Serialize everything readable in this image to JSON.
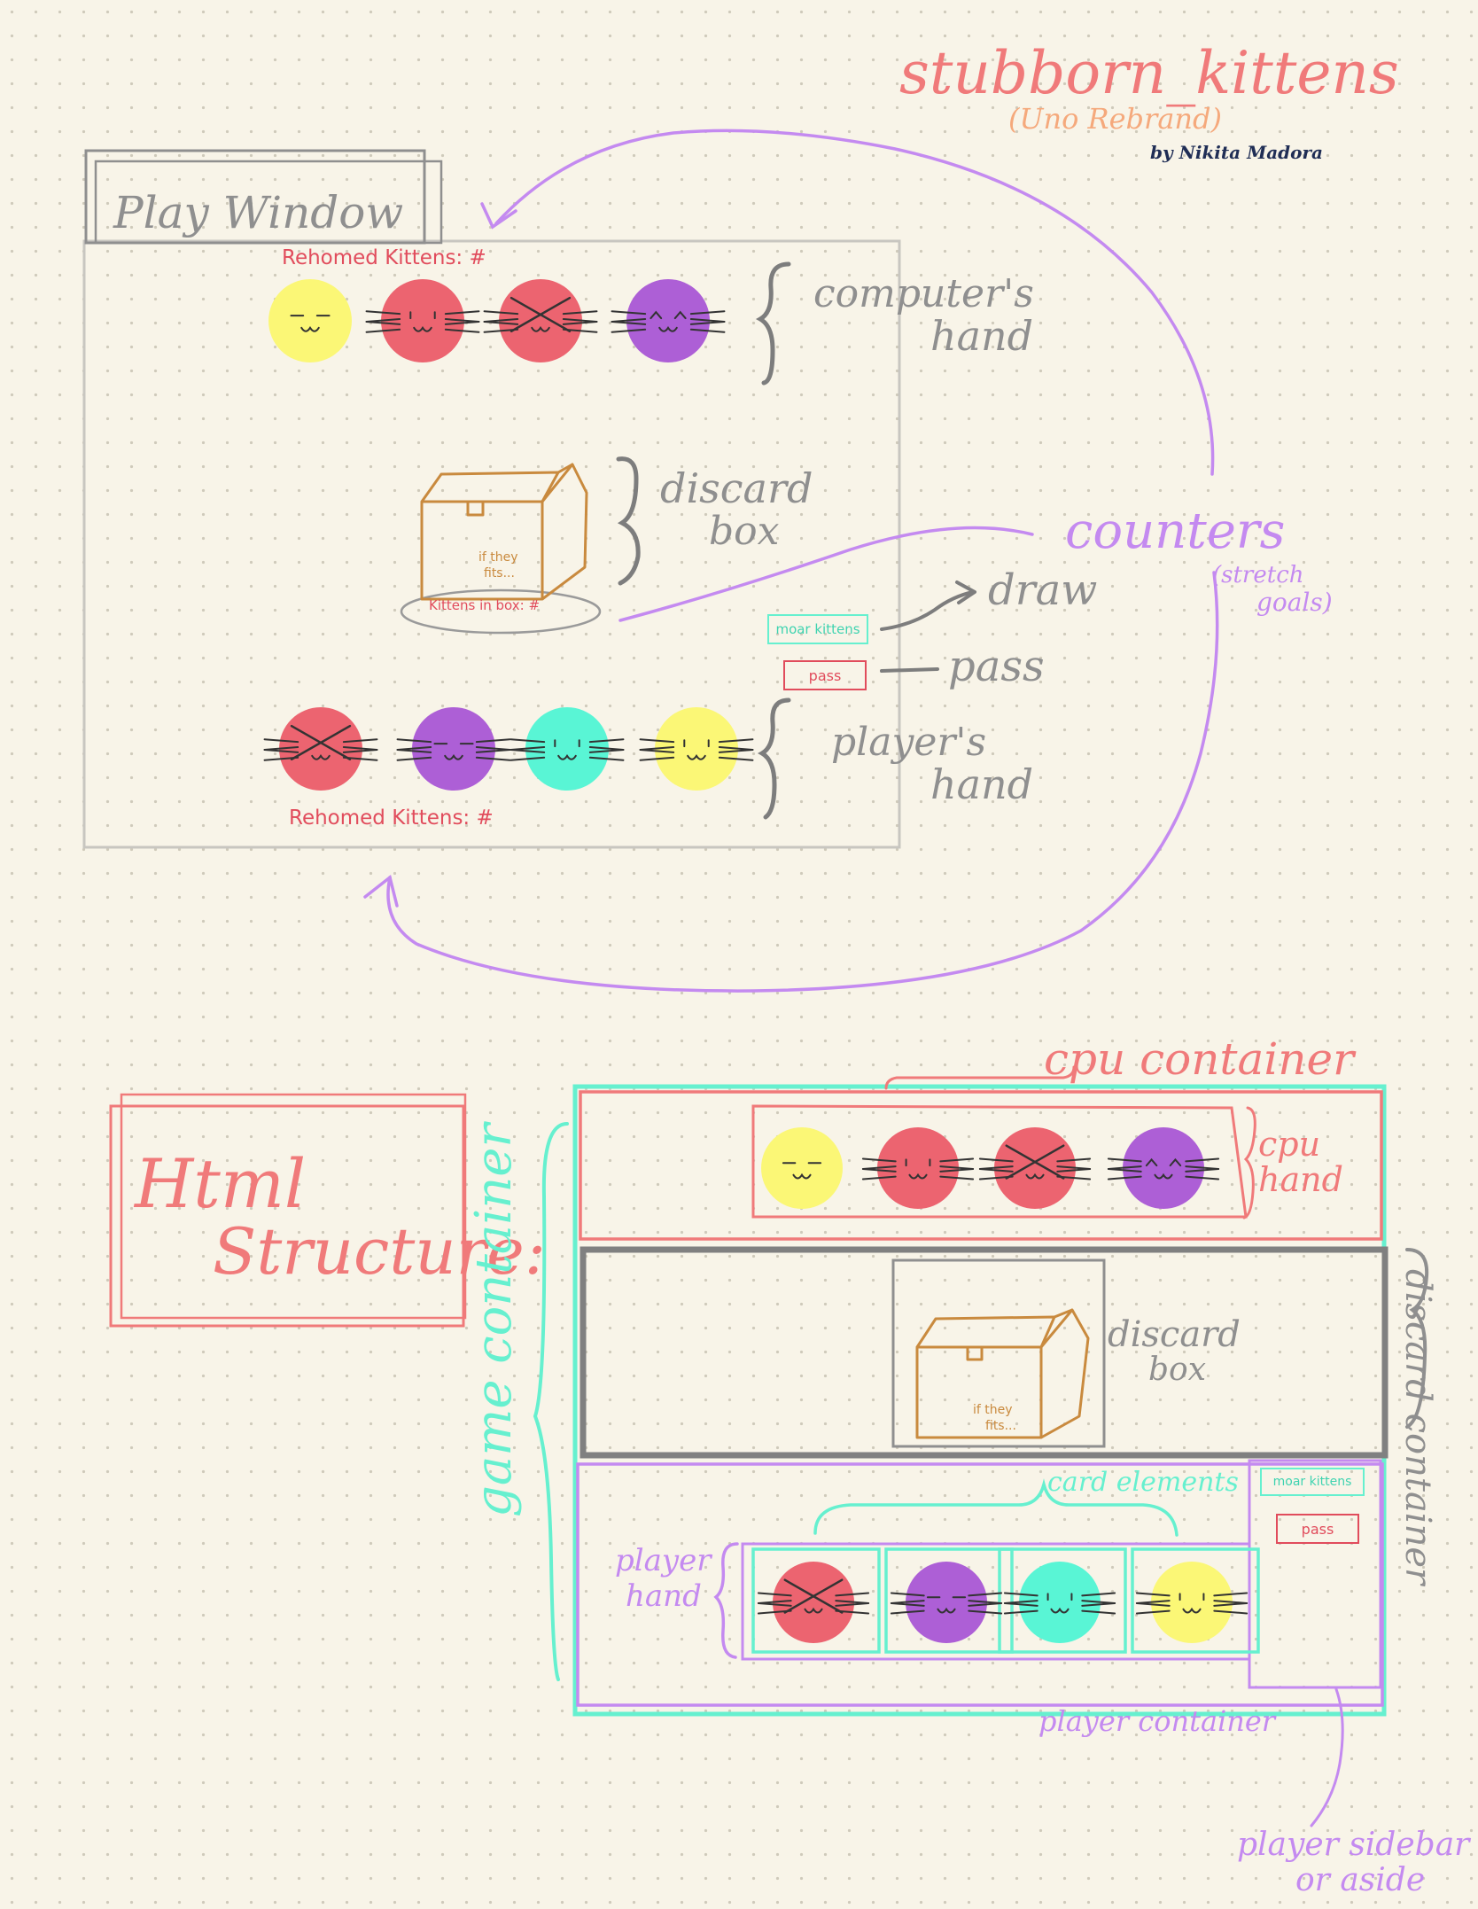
{
  "header": {
    "title": "stubborn_kittens",
    "subtitle": "(Uno Rebrand)",
    "byline": "by Nikita Madora"
  },
  "wireframe": {
    "window_label": "Play Window",
    "rehomed_top": "Rehomed Kittens: #",
    "rehomed_bottom": "Rehomed Kittens: #",
    "box_text_1": "if they",
    "box_text_2": "fits...",
    "kittens_in_box": "Kittens in box: #",
    "draw_button": "moar kittens",
    "pass_button": "pass",
    "notes": {
      "computer_1": "computer's",
      "computer_2": "hand",
      "discard_1": "discard",
      "discard_2": "box",
      "counters": "counters",
      "stretch_1": "(stretch",
      "stretch_2": "goals)",
      "draw": "draw",
      "pass": "pass",
      "player_1": "player's",
      "player_2": "hand"
    },
    "computer_cards": [
      {
        "color": "#fbf776",
        "face": "sleepy"
      },
      {
        "color": "#ec6470",
        "face": "happy"
      },
      {
        "color": "#ec6470",
        "face": "cross"
      },
      {
        "color": "#ad5fd6",
        "face": "smile"
      }
    ],
    "player_cards": [
      {
        "color": "#ec6470",
        "face": "cross"
      },
      {
        "color": "#ad5fd6",
        "face": "sleepy"
      },
      {
        "color": "#59f5d5",
        "face": "happy"
      },
      {
        "color": "#fbf776",
        "face": "happy"
      }
    ]
  },
  "structure": {
    "heading_1": "Html",
    "heading_2": "Structure:",
    "cpu_container": "cpu container",
    "cpu_hand_1": "cpu",
    "cpu_hand_2": "hand",
    "discard_1": "discard",
    "discard_2": "box",
    "discard_container": "discard container",
    "game_container": "game container",
    "card_elements": "card elements",
    "player_hand_1": "player",
    "player_hand_2": "hand",
    "player_container": "player container",
    "sidebar_1": "player sidebar",
    "sidebar_2": "or aside",
    "box_text_1": "if they",
    "box_text_2": "fits...",
    "draw_button": "moar kittens",
    "pass_button": "pass",
    "cpu_cards": [
      {
        "color": "#fbf776",
        "face": "sleepy"
      },
      {
        "color": "#ec6470",
        "face": "happy"
      },
      {
        "color": "#ec6470",
        "face": "cross"
      },
      {
        "color": "#ad5fd6",
        "face": "smile"
      }
    ],
    "player_cards": [
      {
        "color": "#ec6470",
        "face": "cross"
      },
      {
        "color": "#ad5fd6",
        "face": "sleepy"
      },
      {
        "color": "#59f5d5",
        "face": "happy"
      },
      {
        "color": "#fbf776",
        "face": "happy"
      }
    ]
  },
  "colors": {
    "salmon": "#f07a7a",
    "peach": "#f5a97c",
    "navy": "#1f2d55",
    "gray": "#8f8f8f",
    "lavender": "#c48af0",
    "teal": "#66f0cf",
    "brown": "#c98a3e",
    "red": "#e14c5c"
  }
}
